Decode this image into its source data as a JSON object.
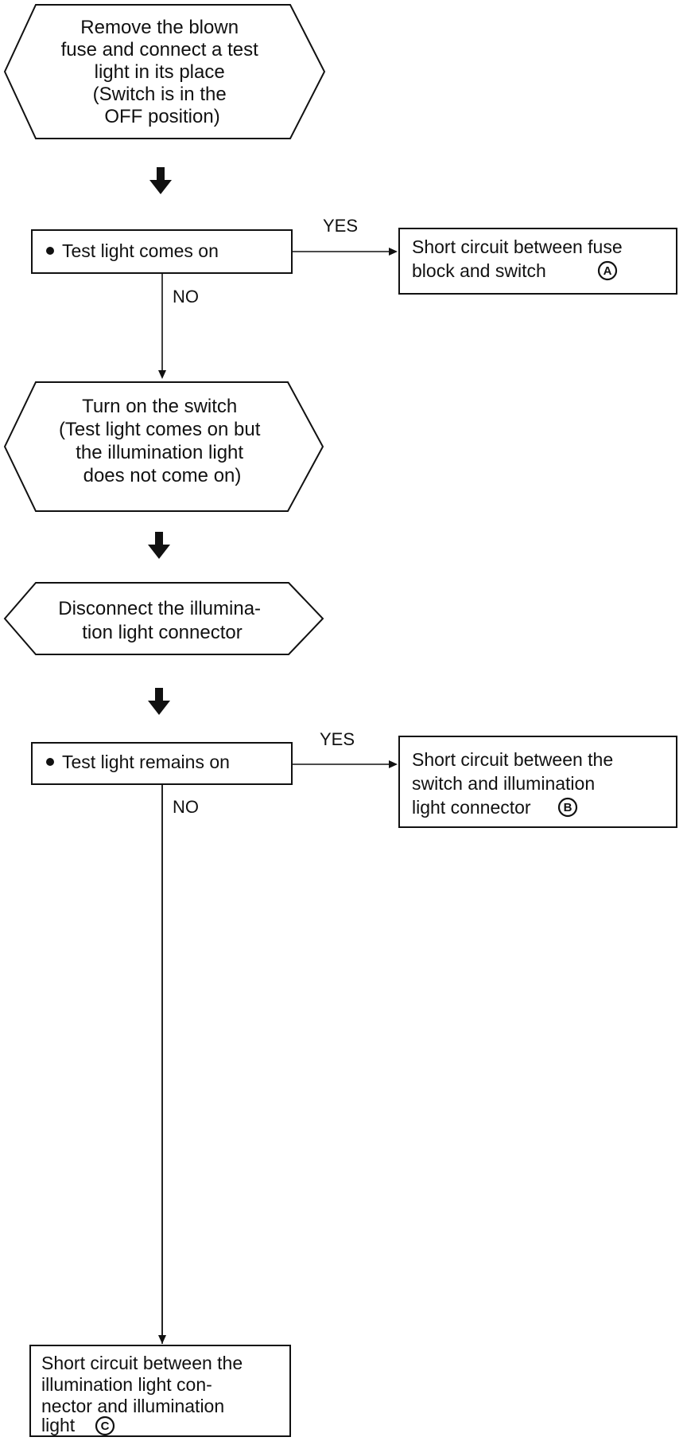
{
  "steps": {
    "step1": {
      "lines": [
        "Remove the blown",
        "fuse and connect a test",
        "light in its place",
        "(Switch is in the",
        "OFF position)"
      ]
    },
    "check1": {
      "text": "Test light comes on"
    },
    "result_a": {
      "lines": [
        "Short circuit between fuse",
        "block and switch"
      ],
      "marker": "A"
    },
    "step2": {
      "lines": [
        "Turn on the switch",
        "(Test light comes on but",
        "the illumination light",
        "does not come on)"
      ]
    },
    "step3": {
      "lines": [
        "Disconnect the illumina-",
        "tion light connector"
      ]
    },
    "check2": {
      "text": "Test light remains on"
    },
    "result_b": {
      "lines": [
        "Short circuit between the",
        "switch and illumination",
        "light connector"
      ],
      "marker": "B"
    },
    "result_c": {
      "lines": [
        "Short circuit between the",
        "illumination light con-",
        "nector and illumination",
        "light"
      ],
      "marker": "C"
    }
  },
  "labels": {
    "yes_1": "YES",
    "no_1": "NO",
    "yes_2": "YES",
    "no_2": "NO"
  }
}
